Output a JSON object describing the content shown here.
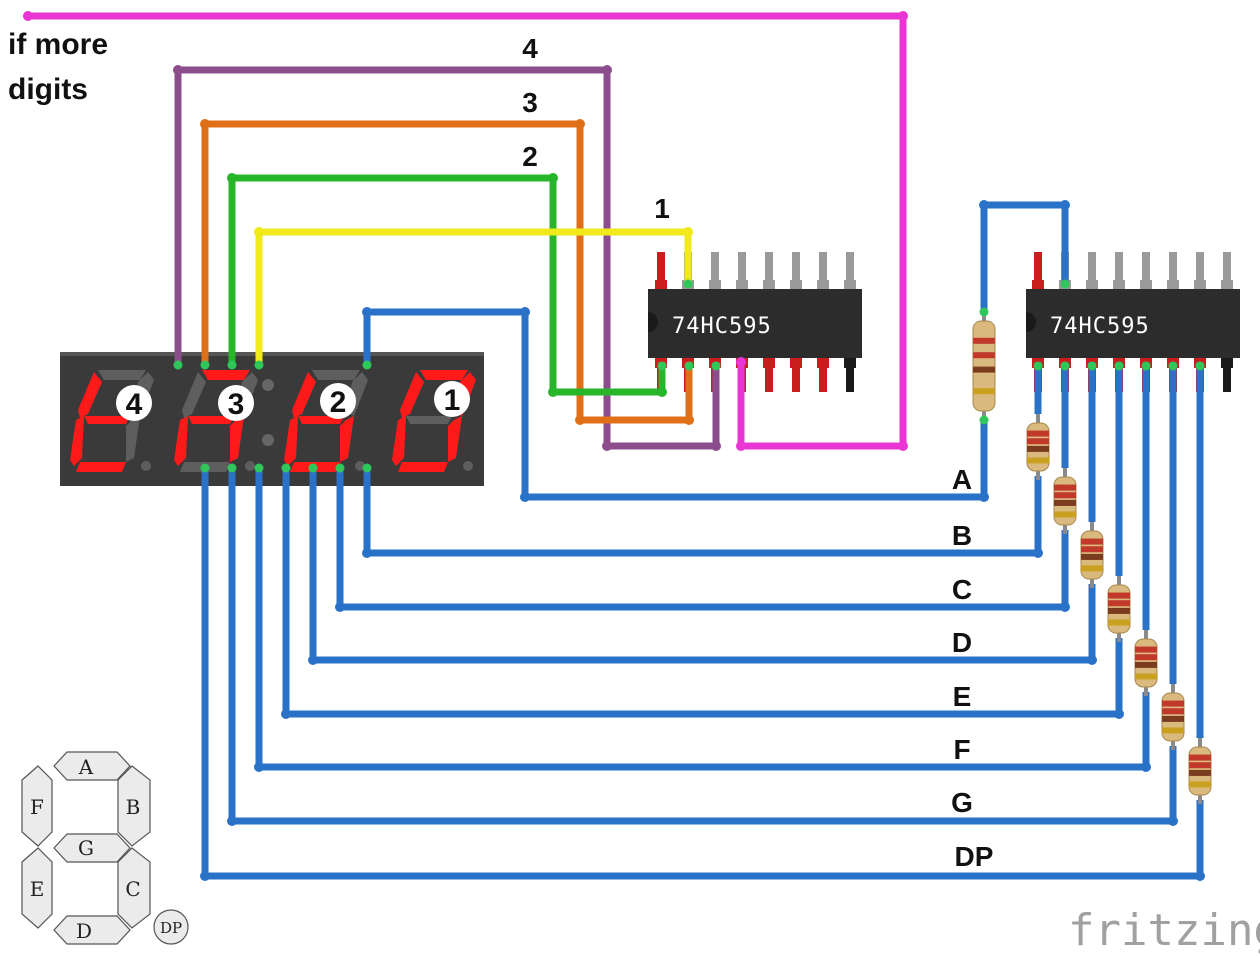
{
  "note": {
    "line1": "if more",
    "line2": "digits"
  },
  "digit_wire_labels": [
    "4",
    "3",
    "2",
    "1"
  ],
  "display": {
    "digit_numbers": [
      "4",
      "3",
      "2",
      "1"
    ]
  },
  "chips": [
    {
      "label": "74HC595"
    },
    {
      "label": "74HC595"
    }
  ],
  "segment_wire_labels": [
    "A",
    "B",
    "C",
    "D",
    "E",
    "F",
    "G",
    "DP"
  ],
  "legend": {
    "segments": {
      "a": "A",
      "b": "B",
      "c": "C",
      "d": "D",
      "e": "E",
      "f": "F",
      "g": "G",
      "dp": "DP"
    }
  },
  "watermark": "fritzing",
  "colors": {
    "segment_wire": "#2a72c8",
    "magenta_wire": "#e835d4",
    "digit4_wire": "#8c4d8c",
    "digit3_wire": "#e07018",
    "digit2_wire": "#27b52a",
    "digit1_wire": "#f0ea1a",
    "display_body": "#3a3a3a",
    "segment_on": "#ff1a1a",
    "chip_body": "#2c2c2c"
  }
}
